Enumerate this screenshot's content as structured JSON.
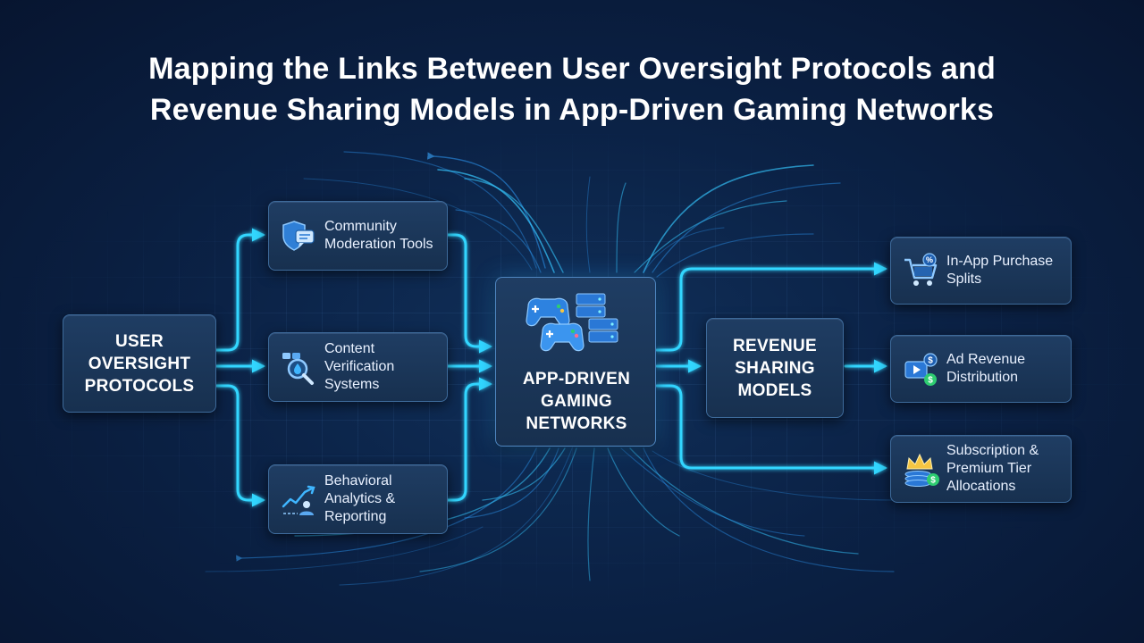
{
  "title": {
    "line1": "Mapping the Links Between User Oversight Protocols and",
    "line2": "Revenue Sharing Models in App-Driven Gaming Networks"
  },
  "nodes": {
    "source": {
      "label": "USER\nOVERSIGHT\nPROTOCOLS"
    },
    "center": {
      "label": "APP-DRIVEN\nGAMING\nNETWORKS",
      "icon": "gamepad-server-icon"
    },
    "revenue": {
      "label": "REVENUE\nSHARING\nMODELS"
    }
  },
  "oversight_items": [
    {
      "label": "Community\nModeration Tools",
      "icon": "shield-chat-icon"
    },
    {
      "label": "Content\nVerification\nSystems",
      "icon": "magnifier-verify-icon"
    },
    {
      "label": "Behavioral\nAnalytics &\nReporting",
      "icon": "analytics-user-icon"
    }
  ],
  "revenue_items": [
    {
      "label": "In-App Purchase\nSplits",
      "icon": "cart-percent-icon"
    },
    {
      "label": "Ad Revenue\nDistribution",
      "icon": "video-ad-dollar-icon"
    },
    {
      "label": "Subscription &\nPremium Tier\nAllocations",
      "icon": "crown-coins-icon"
    }
  ],
  "colors": {
    "connector": "#33d6ff",
    "box_border": "#3d6a9a",
    "accent_green": "#2ecc71",
    "accent_gold": "#f5c542"
  }
}
